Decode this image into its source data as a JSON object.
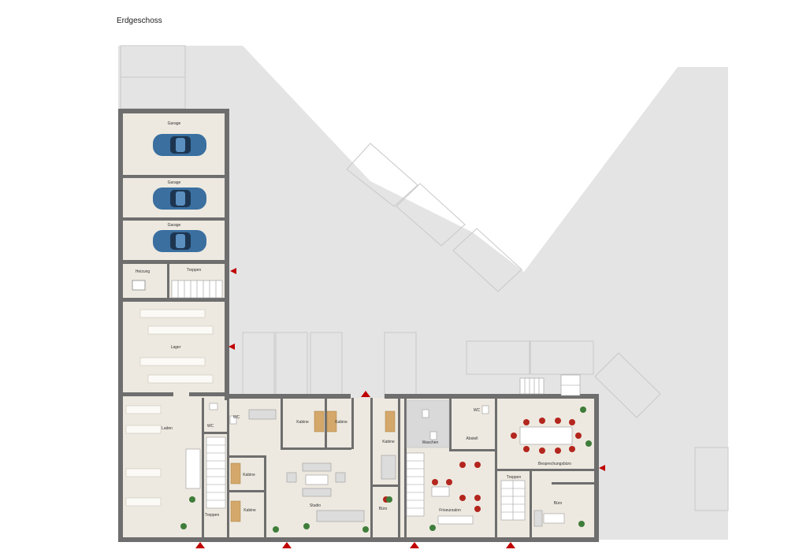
{
  "title": "Erdgeschoss",
  "rooms": {
    "garage_1": "Garage",
    "garage_2": "Garage",
    "garage_3": "Garage",
    "heizung": "Heizung",
    "treppen_north": "Treppen",
    "lager": "Lager",
    "laden": "Laden",
    "wc_laden": "WC",
    "wc_studio": "WC",
    "treppen_west": "Treppen",
    "kabine_1": "Kabine",
    "kabine_2": "Kabine",
    "kabine_3": "Kabine",
    "kabine_4": "Kabine",
    "kabine_5": "Kabine",
    "studio": "Studio",
    "buero_small": "Büro",
    "waschen": "Waschen",
    "friseursalon": "Friseursalon",
    "abstell": "Abstell",
    "wc_east": "WC",
    "besprechung": "Besprechungsbüro",
    "treppen_east": "Treppen",
    "buero_east": "Büro"
  },
  "colors": {
    "wall": "#6e6e6e",
    "floor": "#ede9e0",
    "outdoor": "#e4e4e4",
    "entrance": "#c00000",
    "car": "#3a6fa0",
    "chair": "#b3261e",
    "plant": "#3f7d3a"
  },
  "icons": [
    "car-icon",
    "entrance-arrow-icon",
    "plant-icon",
    "chair-icon",
    "stairs-icon",
    "sofa-icon",
    "table-icon"
  ]
}
